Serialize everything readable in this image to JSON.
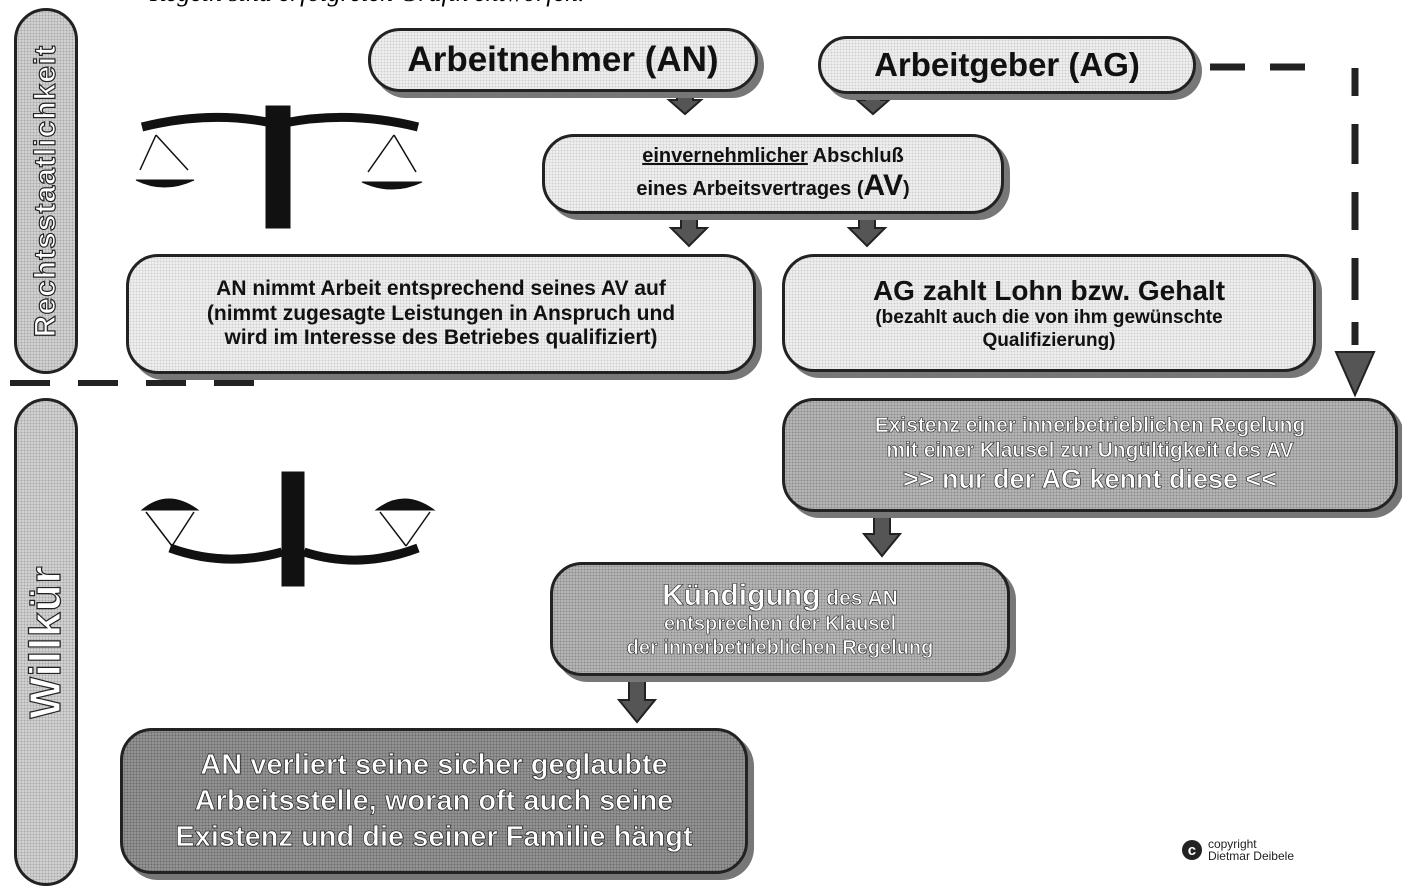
{
  "header": {
    "caption": "Regeln sind erfolgreich Grafik entworfen."
  },
  "sections": {
    "top_label": "Rechtsstaatlichkeit",
    "bottom_label": "Willkür"
  },
  "parties": {
    "employee": "Arbeitnehmer (AN)",
    "employer": "Arbeitgeber (AG)"
  },
  "contract": {
    "line1_underlined": "einvernehmlicher",
    "line1_rest": " Abschluß",
    "line2": "eines Arbeitsvertrages (",
    "line2_big": "AV",
    "line2_end": ")"
  },
  "employee_box": [
    "AN nimmt Arbeit entsprechend seines AV auf",
    "(nimmt zugesagte Leistungen in Anspruch und",
    "wird im Interesse des Betriebes qualifiziert)"
  ],
  "employer_box": {
    "title": "AG zahlt Lohn bzw. Gehalt",
    "line2": "(bezahlt auch die von ihm gewünschte",
    "line3": "Qualifizierung)"
  },
  "clause_box": [
    "Existenz einer innerbetrieblichen Regelung",
    "mit einer Klausel zur Ungültigkeit des AV",
    ">> nur der AG kennt diese <<"
  ],
  "termination_box": {
    "title_big": "Kündigung",
    "title_rest": " des AN",
    "line2": "entsprechen der Klausel",
    "line3": "der innerbetrieblichen Regelung"
  },
  "outcome_box": [
    "AN verliert seine sicher geglaubte",
    "Arbeitsstelle, woran oft auch seine",
    "Existenz und die seiner Familie hängt"
  ],
  "copyright": {
    "mark": "c",
    "line1": "copyright",
    "line2": "Dietmar Deibele"
  }
}
